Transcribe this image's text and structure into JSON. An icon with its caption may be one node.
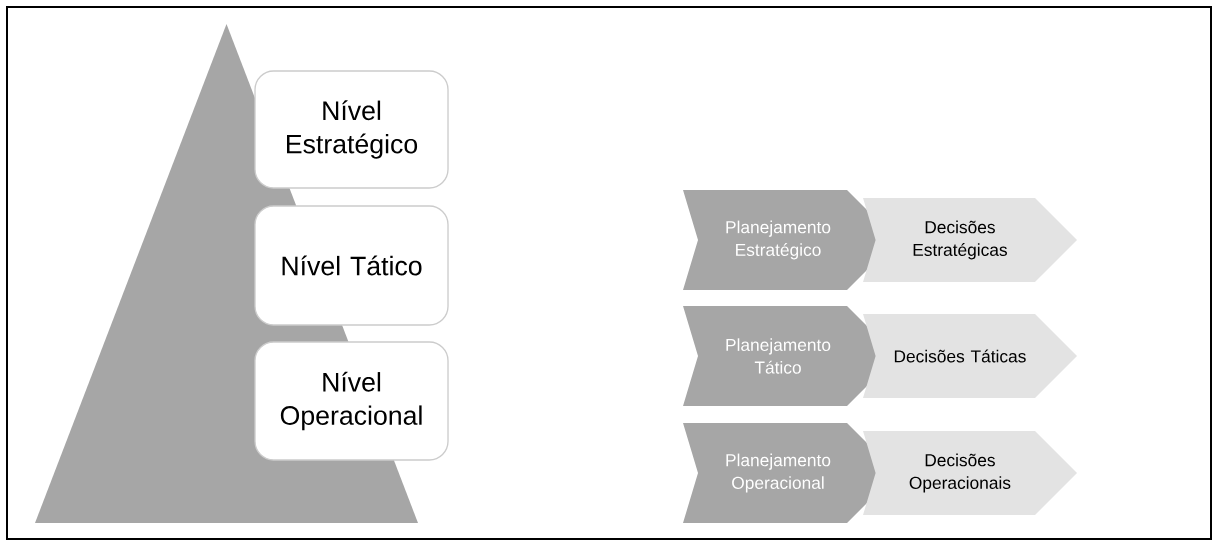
{
  "diagram": {
    "nodes": [
      {
        "text": [],
        "shape": "triangle"
      },
      {
        "text": [
          "Nível Estratégico"
        ]
      },
      {
        "text": [
          "Nível Tático"
        ]
      },
      {
        "text": [
          "Nível Operacional"
        ]
      },
      {
        "text": [
          "Planejamento Estratégico"
        ]
      },
      {
        "text": [
          "Decisões Estratégicas"
        ]
      },
      {
        "text": [
          "Planejamento Tático"
        ]
      },
      {
        "text": [
          "Decisões Táticas"
        ]
      },
      {
        "text": [
          "Planejamento Operacional"
        ]
      },
      {
        "text": [
          "Decisões Operacionais"
        ]
      }
    ]
  }
}
